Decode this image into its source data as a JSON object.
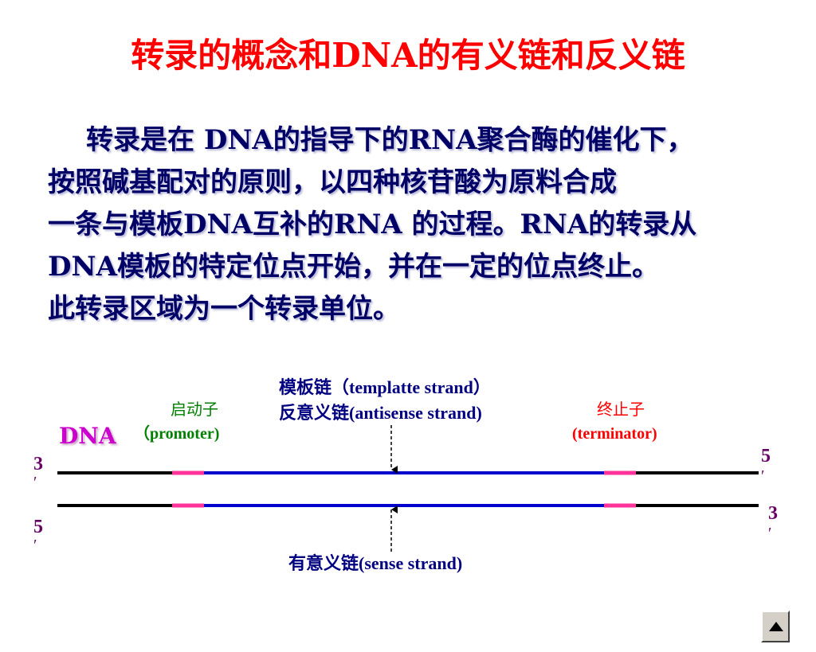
{
  "title": "转录的概念和DNA的有义链和反义链",
  "paragraph": {
    "lines": [
      "转录是在 DNA的指导下的RNA聚合酶的催化下，",
      "按照碱基配对的原则，以四种核苷酸为原料合成",
      "一条与模板DNA互补的RNA 的过程。RNA的转录从",
      "DNA模板的特定位点开始，并在一定的位点终止。",
      "此转录区域为一个转录单位。"
    ]
  },
  "diagram": {
    "dna_label": "DNA",
    "template_strand_cn": "模板链（templatte strand）",
    "antisense_strand_cn": "反意义链(antisense strand)",
    "promoter_cn": "启动子",
    "promoter_en": "（promoter)",
    "terminator_cn": "终止子",
    "terminator_en": "(terminator)",
    "sense_strand": "有意义链(sense strand)",
    "left_top_end": "3",
    "left_bottom_end": "5",
    "right_top_end": "5",
    "right_bottom_end": "3",
    "prime": "′",
    "colors": {
      "strand": "#000000",
      "transcribed": "#0000cc",
      "marker": "#ff3399",
      "promoter_text": "#008000",
      "terminator_text": "#ff0000",
      "dna_label": "#cc00cc",
      "end_labels": "#660066",
      "label_text": "#000080"
    }
  },
  "nav": {
    "icon": "up-triangle-icon"
  }
}
